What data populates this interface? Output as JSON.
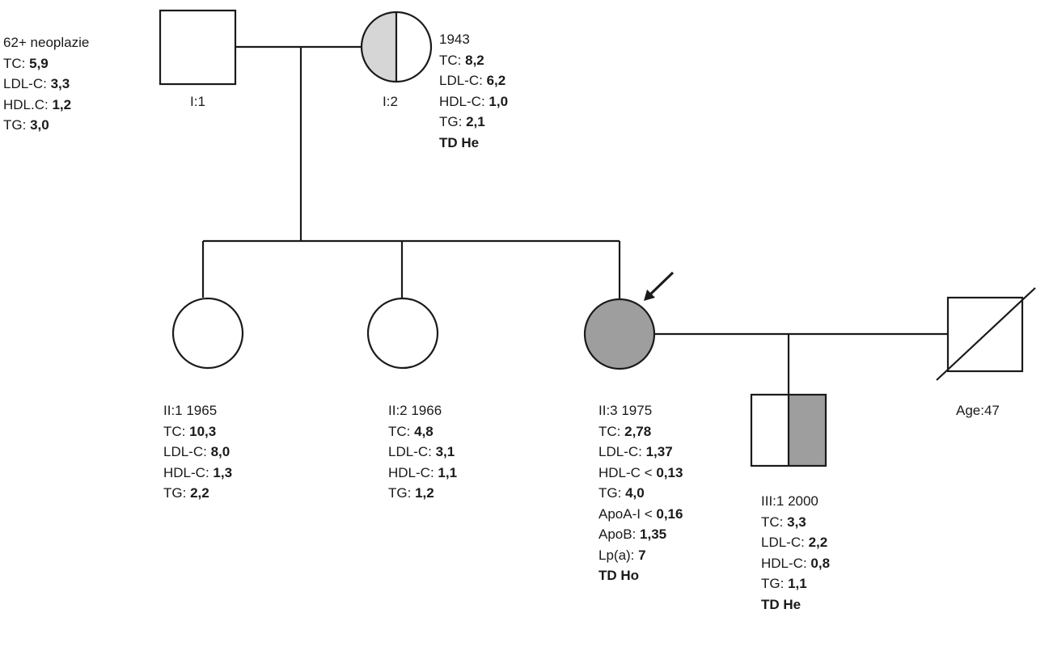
{
  "colors": {
    "line": "#1a1a1a",
    "affected": "#9e9e9e",
    "partial": "#d6d6d6",
    "unaffected": "#ffffff"
  },
  "individuals": {
    "I1": {
      "id": "I:1",
      "sex": "male",
      "fill": "none",
      "note": "62+ neoplazie",
      "rows": [
        {
          "k": "TC: ",
          "v": "5,9"
        },
        {
          "k": "LDL-C:  ",
          "v": "3,3"
        },
        {
          "k": "HDL.C: ",
          "v": "1,2"
        },
        {
          "k": "TG: ",
          "v": "3,0"
        }
      ]
    },
    "I2": {
      "id": "I:2",
      "sex": "female",
      "fill": "half-left-light",
      "note": "1943",
      "rows": [
        {
          "k": "TC: ",
          "v": "8,2"
        },
        {
          "k": "LDL-C: ",
          "v": "6,2"
        },
        {
          "k": "HDL-C: ",
          "v": "1,0"
        },
        {
          "k": "TG:  ",
          "v": "2,1"
        }
      ],
      "genotype": "TD He"
    },
    "II1": {
      "note": "II:1  1965",
      "sex": "female",
      "fill": "none",
      "rows": [
        {
          "k": "TC: ",
          "v": "10,3"
        },
        {
          "k": "LDL-C: ",
          "v": "8,0"
        },
        {
          "k": "HDL-C:  ",
          "v": "1,3"
        },
        {
          "k": "TG: ",
          "v": "2,2"
        }
      ]
    },
    "II2": {
      "note": "II:2 1966",
      "sex": "female",
      "fill": "none",
      "rows": [
        {
          "k": "TC: ",
          "v": "4,8"
        },
        {
          "k": "LDL-C: ",
          "v": "3,1"
        },
        {
          "k": "HDL-C: ",
          "v": "1,1"
        },
        {
          "k": "TG: ",
          "v": "1,2"
        }
      ]
    },
    "II3": {
      "note": "II:3 1975",
      "sex": "female",
      "fill": "full",
      "proband": true,
      "rows": [
        {
          "k": "TC: ",
          "v": "2,78"
        },
        {
          "k": "LDL-C: ",
          "v": "1,37"
        },
        {
          "k": "HDL-C < ",
          "v": "0,13"
        },
        {
          "k": "TG: ",
          "v": "4,0"
        },
        {
          "k": "ApoA-I < ",
          "v": "0,16"
        },
        {
          "k": "ApoB: ",
          "v": "1,35"
        },
        {
          "k": "Lp(a): ",
          "v": "7"
        }
      ],
      "genotype": "TD Ho"
    },
    "II3_spouse": {
      "sex": "male",
      "deceased": true,
      "note": "Age:47"
    },
    "III1": {
      "note": "III:1 2000",
      "sex": "male",
      "fill": "half-right",
      "rows": [
        {
          "k": "TC: ",
          "v": "3,3"
        },
        {
          "k": "LDL-C: ",
          "v": "2,2"
        },
        {
          "k": "HDL-C: ",
          "v": "0,8"
        },
        {
          "k": "TG: ",
          "v": "1,1"
        }
      ],
      "genotype": "TD He"
    }
  }
}
